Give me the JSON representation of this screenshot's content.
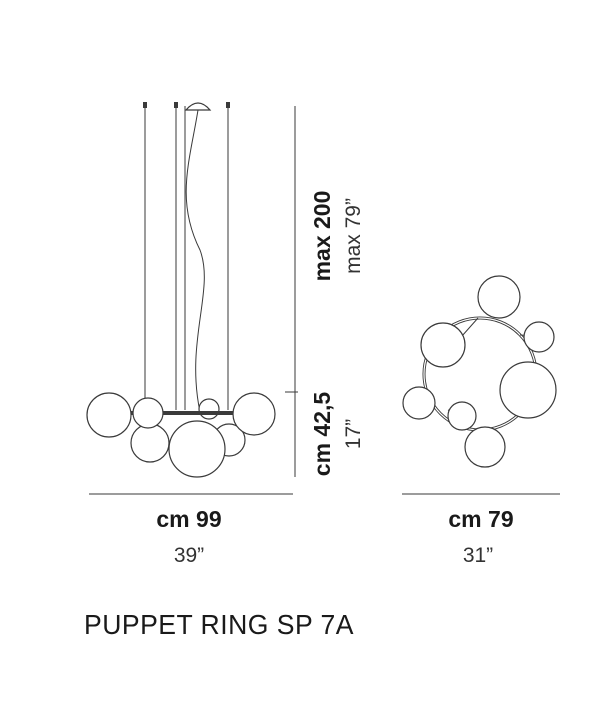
{
  "front_view": {
    "width_cm": "cm 99",
    "width_in": "39”",
    "height_max_cm": "max 200",
    "height_max_in": "max 79”",
    "height_body_cm": "cm 42,5",
    "height_body_in": "17”"
  },
  "top_view": {
    "width_cm": "cm 79",
    "width_in": "31”"
  },
  "product": {
    "name": "PUPPET RING SP 7A"
  }
}
